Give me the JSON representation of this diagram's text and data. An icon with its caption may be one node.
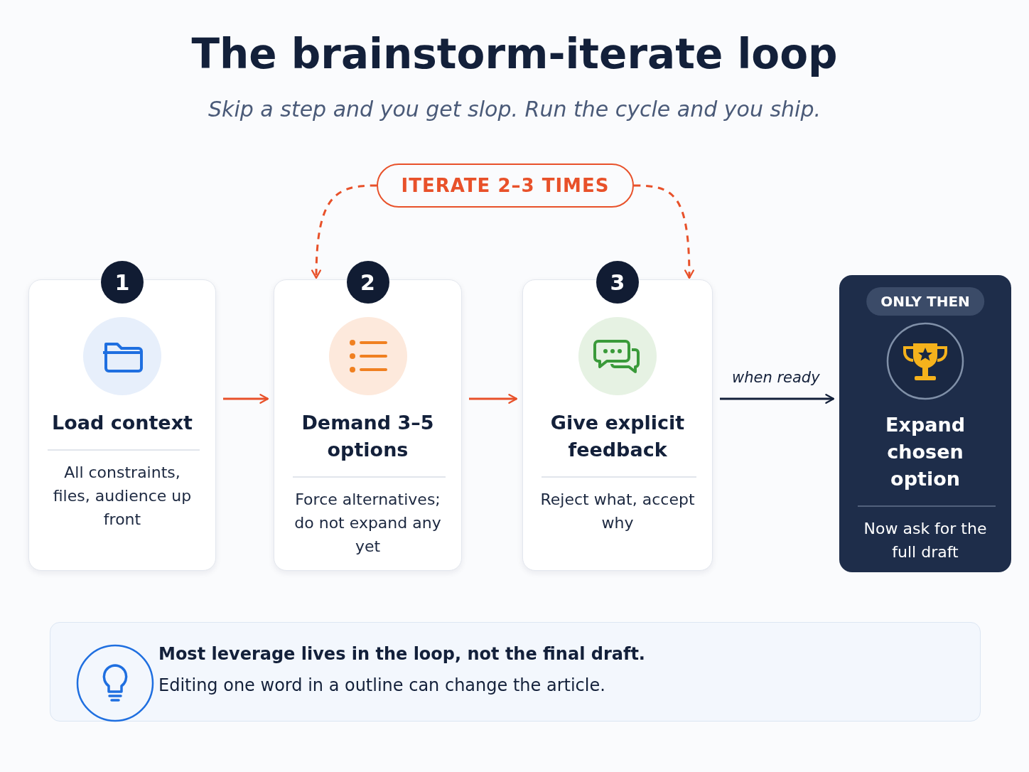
{
  "diagram": {
    "title": "The brainstorm-iterate loop",
    "nodes": [
      {
        "text": [
          "1",
          "Load context",
          "All constraints, files, audience up front"
        ]
      },
      {
        "text": [
          "2",
          "Demand 3–5 options",
          "Force alternatives; do not expand any yet"
        ]
      },
      {
        "text": [
          "3",
          "Give explicit feedback",
          "Reject what, accept why"
        ]
      },
      {
        "text": [
          "ONLY THEN",
          "Expand chosen option",
          "Now ask for the full draft"
        ]
      },
      {
        "text": [
          "ITERATE 2–3 TIMES"
        ]
      },
      {
        "text": [
          "Most leverage lives in the loop, not the final draft.",
          "Editing one word in a outline can change the article."
        ]
      }
    ],
    "edges": [
      {
        "from": 0,
        "to": 1,
        "arrow": "to"
      },
      {
        "from": 1,
        "to": 2,
        "arrow": "to"
      },
      {
        "from": 2,
        "to": 3,
        "arrow": "to",
        "label": "when ready",
        "color": "#13203a"
      },
      {
        "from": 4,
        "to": 1,
        "arrow": "to",
        "style": "dashed"
      },
      {
        "from": 4,
        "to": 2,
        "arrow": "to",
        "style": "dashed"
      }
    ],
    "labels": [
      "Skip a step and you get slop. Run the cycle and you ship."
    ]
  }
}
